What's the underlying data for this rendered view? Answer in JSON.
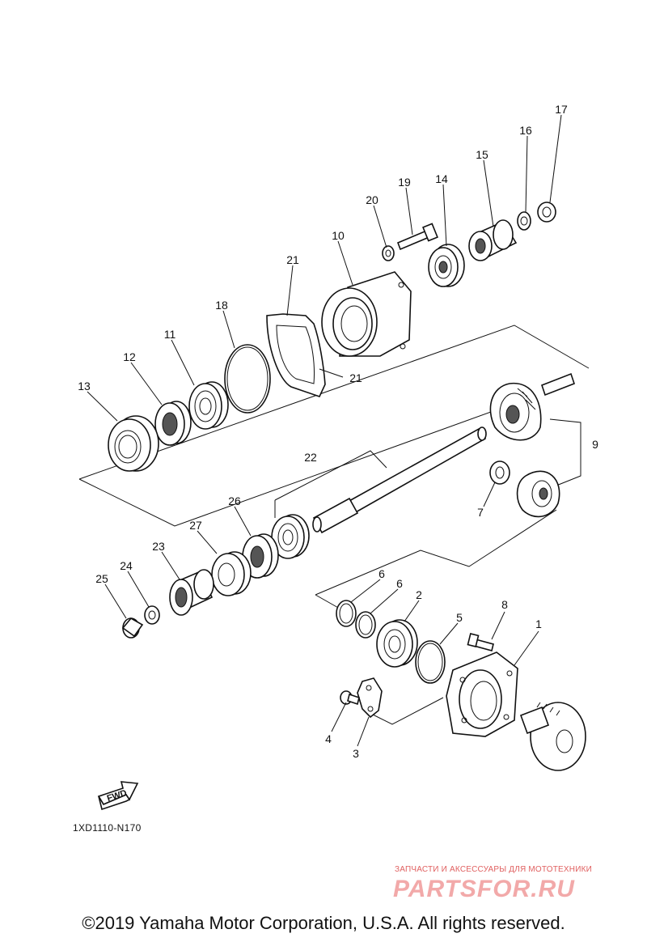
{
  "diagram": {
    "callouts": [
      "1",
      "2",
      "3",
      "4",
      "5",
      "6",
      "6",
      "7",
      "8",
      "9",
      "10",
      "11",
      "12",
      "13",
      "14",
      "15",
      "16",
      "17",
      "18",
      "19",
      "20",
      "21",
      "21",
      "22",
      "23",
      "24",
      "25",
      "26",
      "27"
    ],
    "fwd_label": "FWD",
    "code": "1XD1110-N170"
  },
  "watermark": {
    "tagline": "ЗАПЧАСТИ И АКСЕССУАРЫ ДЛЯ МОТОТЕХНИКИ",
    "logo": "PARTSFOR.RU"
  },
  "footer": {
    "copyright": "©2019 Yamaha Motor Corporation, U.S.A. All rights reserved."
  }
}
